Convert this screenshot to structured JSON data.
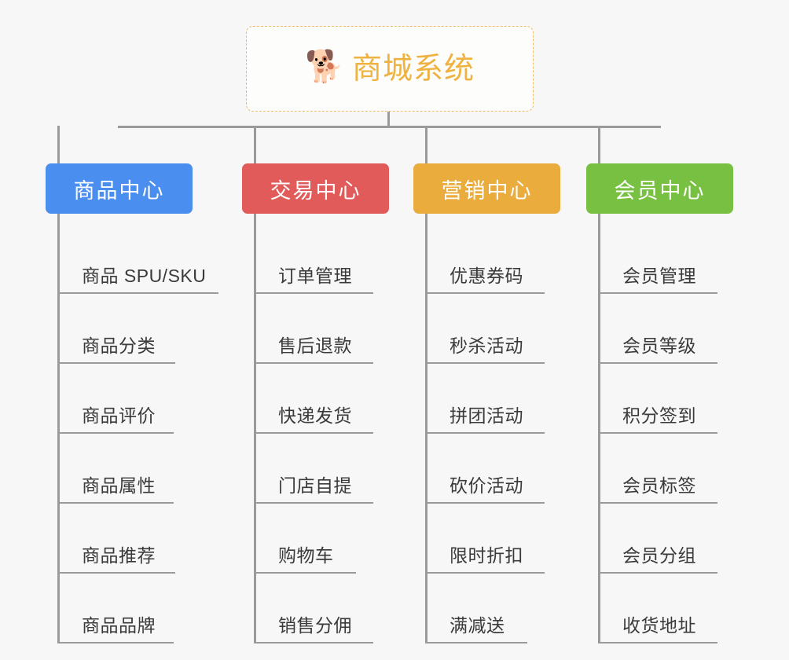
{
  "page": {
    "background_color": "#f7f7f7",
    "connector_color": "#9a9a9a"
  },
  "root": {
    "icon": "shiba-dog-face-emoji",
    "emoji": "🐕",
    "title": "商城系统",
    "title_color": "#efb240",
    "border_color": "#edbb6a",
    "border_style": "dashed"
  },
  "categories": [
    {
      "id": "product-center",
      "label": "商品中心",
      "color": "#4a8ef0",
      "items": [
        {
          "label": "商品 SPU/SKU"
        },
        {
          "label": "商品分类"
        },
        {
          "label": "商品评价"
        },
        {
          "label": "商品属性"
        },
        {
          "label": "商品推荐"
        },
        {
          "label": "商品品牌"
        }
      ]
    },
    {
      "id": "trade-center",
      "label": "交易中心",
      "color": "#e25b5b",
      "items": [
        {
          "label": "订单管理"
        },
        {
          "label": "售后退款"
        },
        {
          "label": "快递发货"
        },
        {
          "label": "门店自提"
        },
        {
          "label": "购物车"
        },
        {
          "label": "销售分佣"
        }
      ]
    },
    {
      "id": "marketing-center",
      "label": "营销中心",
      "color": "#eaac3c",
      "items": [
        {
          "label": "优惠券码"
        },
        {
          "label": "秒杀活动"
        },
        {
          "label": "拼团活动"
        },
        {
          "label": "砍价活动"
        },
        {
          "label": "限时折扣"
        },
        {
          "label": "满减送"
        }
      ]
    },
    {
      "id": "member-center",
      "label": "会员中心",
      "color": "#77c042",
      "items": [
        {
          "label": "会员管理"
        },
        {
          "label": "会员等级"
        },
        {
          "label": "积分签到"
        },
        {
          "label": "会员标签"
        },
        {
          "label": "会员分组"
        },
        {
          "label": "收货地址"
        }
      ]
    }
  ]
}
